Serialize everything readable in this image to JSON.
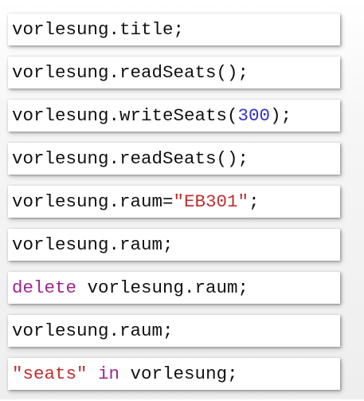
{
  "colors": {
    "number": "#3333cc",
    "string": "#c03030",
    "keyword": "#a0258f",
    "text": "#111111"
  },
  "lines": [
    {
      "plain": "vorlesung.title;"
    },
    {
      "plain": "vorlesung.readSeats();"
    },
    {
      "before": "vorlesung.writeSeats(",
      "number": "300",
      "after": ");"
    },
    {
      "plain": "vorlesung.readSeats();"
    },
    {
      "before": "vorlesung.raum=",
      "string": "\"EB301\"",
      "after": ";"
    },
    {
      "plain": "vorlesung.raum;"
    },
    {
      "keyword": "delete",
      "after": " vorlesung.raum;"
    },
    {
      "plain": "vorlesung.raum;"
    },
    {
      "string": "\"seats\"",
      "middle": " ",
      "keyword": "in",
      "after": " vorlesung;"
    }
  ]
}
